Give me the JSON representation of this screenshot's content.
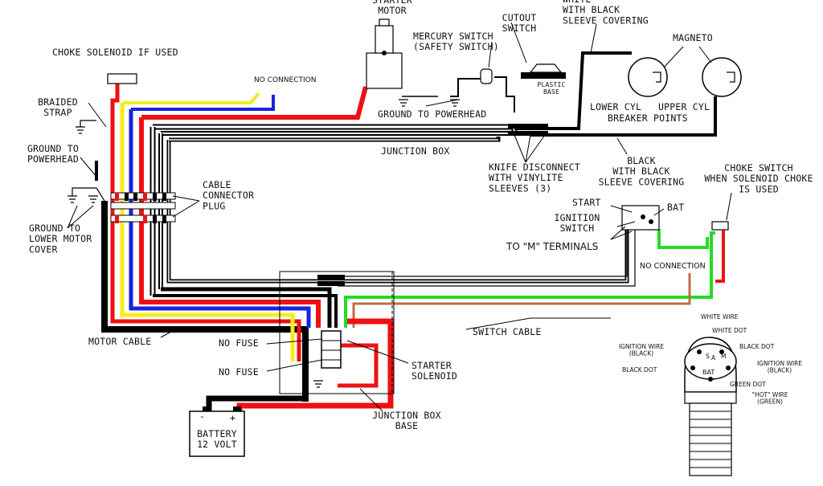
{
  "colors": {
    "black": "#000000",
    "red": "#ee1111",
    "yellow": "#f4ee1a",
    "blue": "#1a22dd",
    "green": "#22dd22",
    "brown": "#c26c44",
    "white_wire_outline": "#000000"
  },
  "labels": {
    "starter_motor": "STARTER\nMOTOR",
    "choke_solenoid": "CHOKE SOLENOID IF USED",
    "no_connection_top": "NO CONNECTION",
    "mercury_switch": "MERCURY SWITCH\n(SAFETY SWITCH)",
    "cutout_switch": "CUTOUT\nSWITCH",
    "white_black_sleeve": "WHITE\nWITH BLACK\nSLEEVE COVERING",
    "magneto": "MAGNETO",
    "plastic_base": "PLASTIC\nBASE",
    "lower_cyl": "LOWER CYL",
    "upper_cyl": "UPPER CYL",
    "breaker_points": "BREAKER POINTS",
    "braided_strap": "BRAIDED\nSTRAP",
    "ground_powerhead_left": "GROUND TO\nPOWERHEAD",
    "ground_powerhead_top": "GROUND TO POWERHEAD",
    "junction_box": "JUNCTION BOX",
    "knife_disconnect": "KNIFE DISCONNECT\nWITH VINYLITE\nSLEEVES (3)",
    "black_white_sleeve": "BLACK\nWITH BLACK\nSLEEVE COVERING",
    "choke_switch": "CHOKE SWITCH\nWHEN SOLENOID CHOKE\nIS USED",
    "cable_connector": "CABLE\nCONNECTOR\nPLUG",
    "ground_lower_cover": "GROUND TO\nLOWER MOTOR\nCOVER",
    "start": "START",
    "bat": "BAT",
    "ignition_switch": "IGNITION\nSWITCH",
    "to_m_terminals": "TO \"M\" TERMINALS",
    "no_connection_right": "NO CONNECTION",
    "motor_cable": "MOTOR CABLE",
    "switch_cable": "SWITCH CABLE",
    "no_fuse_1": "NO FUSE",
    "no_fuse_2": "NO FUSE",
    "starter_solenoid": "STARTER\nSOLENOID",
    "junction_box_base": "JUNCTION BOX\nBASE",
    "battery": "BATTERY\n12 VOLT",
    "battery_minus": "-",
    "battery_plus": "+"
  },
  "switch_detail": {
    "white_wire": "WHITE WIRE",
    "white_dot": "WHITE DOT",
    "ignition_wire_black_left": "IGNITION WIRE\n(BLACK)",
    "black_dot_right": "BLACK DOT",
    "black_dot_left": "BLACK DOT",
    "ignition_wire_black_right": "IGNITION WIRE\n(BLACK)",
    "green_dot": "GREEN DOT",
    "hot_wire": "\"HOT\" WIRE\n(GREEN)",
    "s": "S",
    "a": "A",
    "m": "M",
    "bat": "BAT"
  }
}
